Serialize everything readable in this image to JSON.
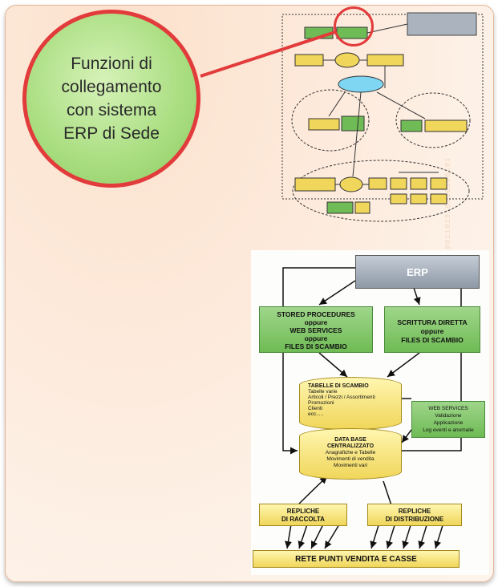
{
  "callout": {
    "text": "Funzioni di\ncollegamento\ncon sistema\nERP di Sede"
  },
  "binary_strip": "0101011110101010101101010101001101010110100101",
  "diagram": {
    "erp_label": "ERP",
    "stored_procedures": "STORED PROCEDURES\noppure\nWEB SERVICES\noppure\nFILES DI SCAMBIO",
    "scrittura_diretta": "SCRITTURA DIRETTA\noppure\nFILES DI SCAMBIO",
    "tabelle_title": "TABELLE DI SCAMBIO",
    "tabelle_items": [
      "Tabelle varie",
      "Articoli / Prezzi / Assortimenti",
      "Promozioni",
      "Clienti",
      "ecc....."
    ],
    "database_title": "DATA BASE\nCENTRALIZZATO",
    "database_items": "Anagrafiche e Tabelle\nMovimenti di vendita\nMovimenti vari",
    "web_services": "WEB SERVICES\nValidazione\nApplicazione\nLog eventi e anomalie",
    "repliche_raccolta": "REPLICHE\nDI RACCOLTA",
    "repliche_distribuzione": "REPLICHE\nDI DISTRIBUZIONE",
    "rete": "RETE PUNTI VENDITA E CASSE"
  },
  "colors": {
    "accent_red": "#e23b3b",
    "green": "#6fbb55",
    "yellow": "#f0d65a"
  }
}
